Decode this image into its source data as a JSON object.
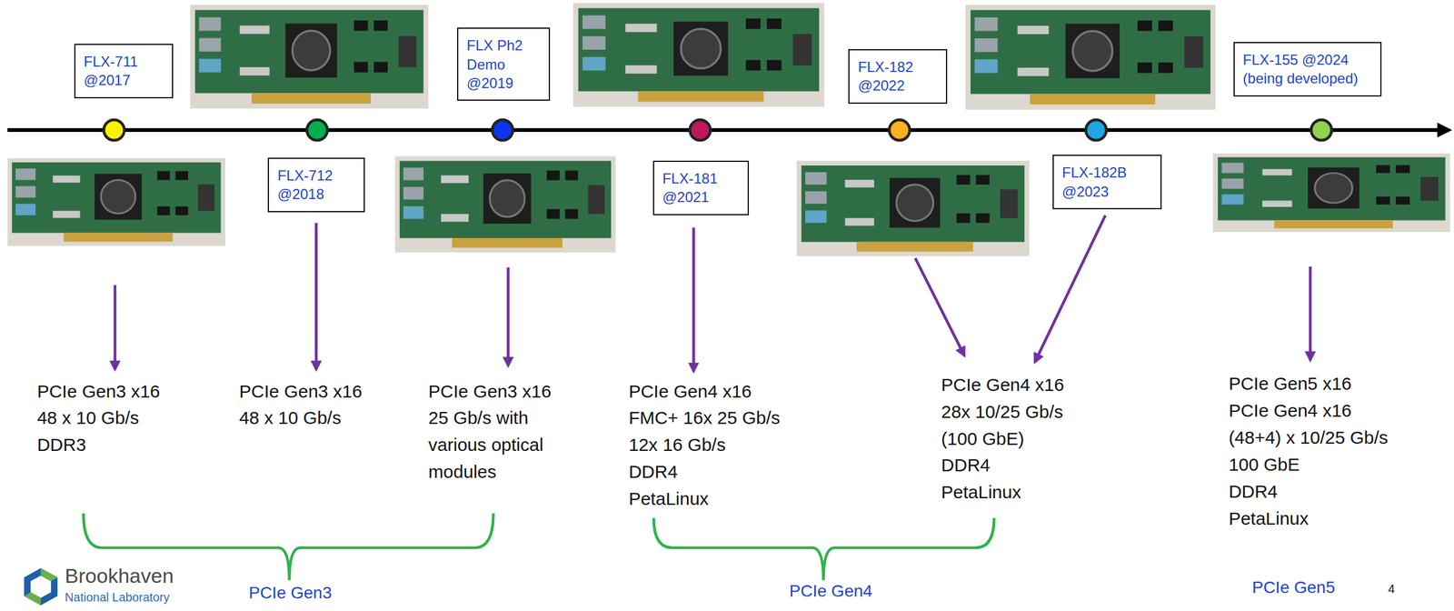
{
  "diagram": {
    "nodes": [
      {
        "text": [
          "FLX-711 @2017"
        ]
      },
      {
        "text": [
          "FLX-712 @2018"
        ]
      },
      {
        "text": [
          "FLX Ph2 Demo @2019"
        ]
      },
      {
        "text": [
          "FLX-181 @2021"
        ]
      },
      {
        "text": [
          "FLX-182 @2022"
        ]
      },
      {
        "text": [
          "FLX-182B @2023"
        ]
      },
      {
        "text": [
          "FLX-155 @2024 (being developed)"
        ]
      }
    ],
    "labels": [
      "PCIe Gen3 x16",
      "48 x 10 Gb/s",
      "DDR3",
      "PCIe Gen3 x16",
      "48 x 10 Gb/s",
      "PCIe Gen3 x16",
      "25 Gb/s with",
      "various optical",
      "modules",
      "PCIe Gen4 x16",
      "FMC+ 16x 25 Gb/s",
      "12x 16 Gb/s",
      "DDR4",
      "PetaLinux",
      "PCIe Gen4 x16",
      "28x 10/25 Gb/s",
      "(100 GbE)",
      "DDR4",
      "PetaLinux",
      "PCIe Gen5 x16",
      "PCIe Gen4 x16",
      "(48+4) x 10/25 Gb/s",
      "100 GbE",
      "DDR4",
      "PetaLinux",
      "PCIe Gen3",
      "PCIe Gen4",
      "PCIe Gen5",
      "Brookhaven",
      "National Laboratory",
      "4"
    ]
  }
}
